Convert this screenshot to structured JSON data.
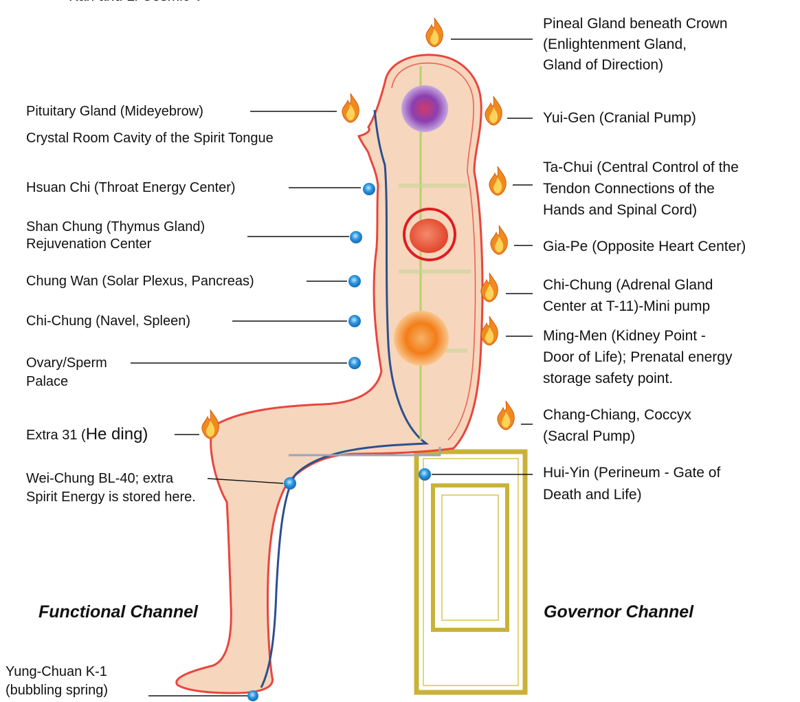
{
  "top_fragment": "Kan and Li Cosmic Orbit Practices Sitting Meditation in Sitting on the chair with yang grounded body",
  "left_labels": {
    "pituitary": "Pituitary Gland (Mideyebrow)",
    "crystal_room": "Crystal Room Cavity of the Spirit Tongue",
    "hsuan_chi": "Hsuan Chi (Throat Energy Center)",
    "shan_chung_1": "Shan Chung (Thymus Gland)",
    "shan_chung_2": "Rejuvenation  Center",
    "chung_wan": "Chung Wan (Solar Plexus, Pancreas)",
    "chi_chung_navel": "Chi-Chung  (Navel,  Spleen)",
    "ovary_1": "Ovary/Sperm",
    "ovary_2": "Palace",
    "extra31_prefix": "Extra 31 (",
    "extra31_main": "He ding)",
    "wei_chung_1": "Wei-Chung BL-40; extra",
    "wei_chung_2": "Spirit Energy is stored here.",
    "yung_chuan_1": "Yung-Chuan K-1",
    "yung_chuan_2": "(bubbling spring)"
  },
  "right_labels": {
    "pineal_1": "Pineal Gland beneath Crown",
    "pineal_2": "(Enlightenment Gland,",
    "pineal_3": "Gland of Direction)",
    "yui_gen": "Yui-Gen (Cranial Pump)",
    "ta_chui_1": "Ta-Chui (Central Control of the",
    "ta_chui_2": "Tendon Connections of the",
    "ta_chui_3": "Hands and Spinal Cord)",
    "gia_pe": "Gia-Pe (Opposite Heart Center)",
    "chi_chung_adrenal_1": "Chi-Chung (Adrenal Gland",
    "chi_chung_adrenal_2": "Center at T-11)-Mini pump",
    "ming_men_1": "Ming-Men (Kidney Point -",
    "ming_men_2": "Door of Life); Prenatal energy",
    "ming_men_3": "storage safety point.",
    "chang_chiang_1": "Chang-Chiang, Coccyx",
    "chang_chiang_2": "(Sacral Pump)",
    "hui_yin_1": "Hui-Yin (Perineum - Gate of",
    "hui_yin_2": "Death and Life)"
  },
  "titles": {
    "functional": "Functional Channel",
    "governor": "Governor Channel"
  },
  "colors": {
    "body_fill": "#f6d6bc",
    "body_outline": "#e7463f",
    "functional_channel": "#2d4f8e",
    "governor_channel": "#b7cf6d",
    "chair": "#c9b23a",
    "blue_point": "#2a95e0",
    "flame_outer": "#f08a1e",
    "flame_inner": "#ffd35a",
    "heart_circle": "#e11b22",
    "crown_center": "#8a3fb0",
    "navel_center": "#f37d17"
  }
}
